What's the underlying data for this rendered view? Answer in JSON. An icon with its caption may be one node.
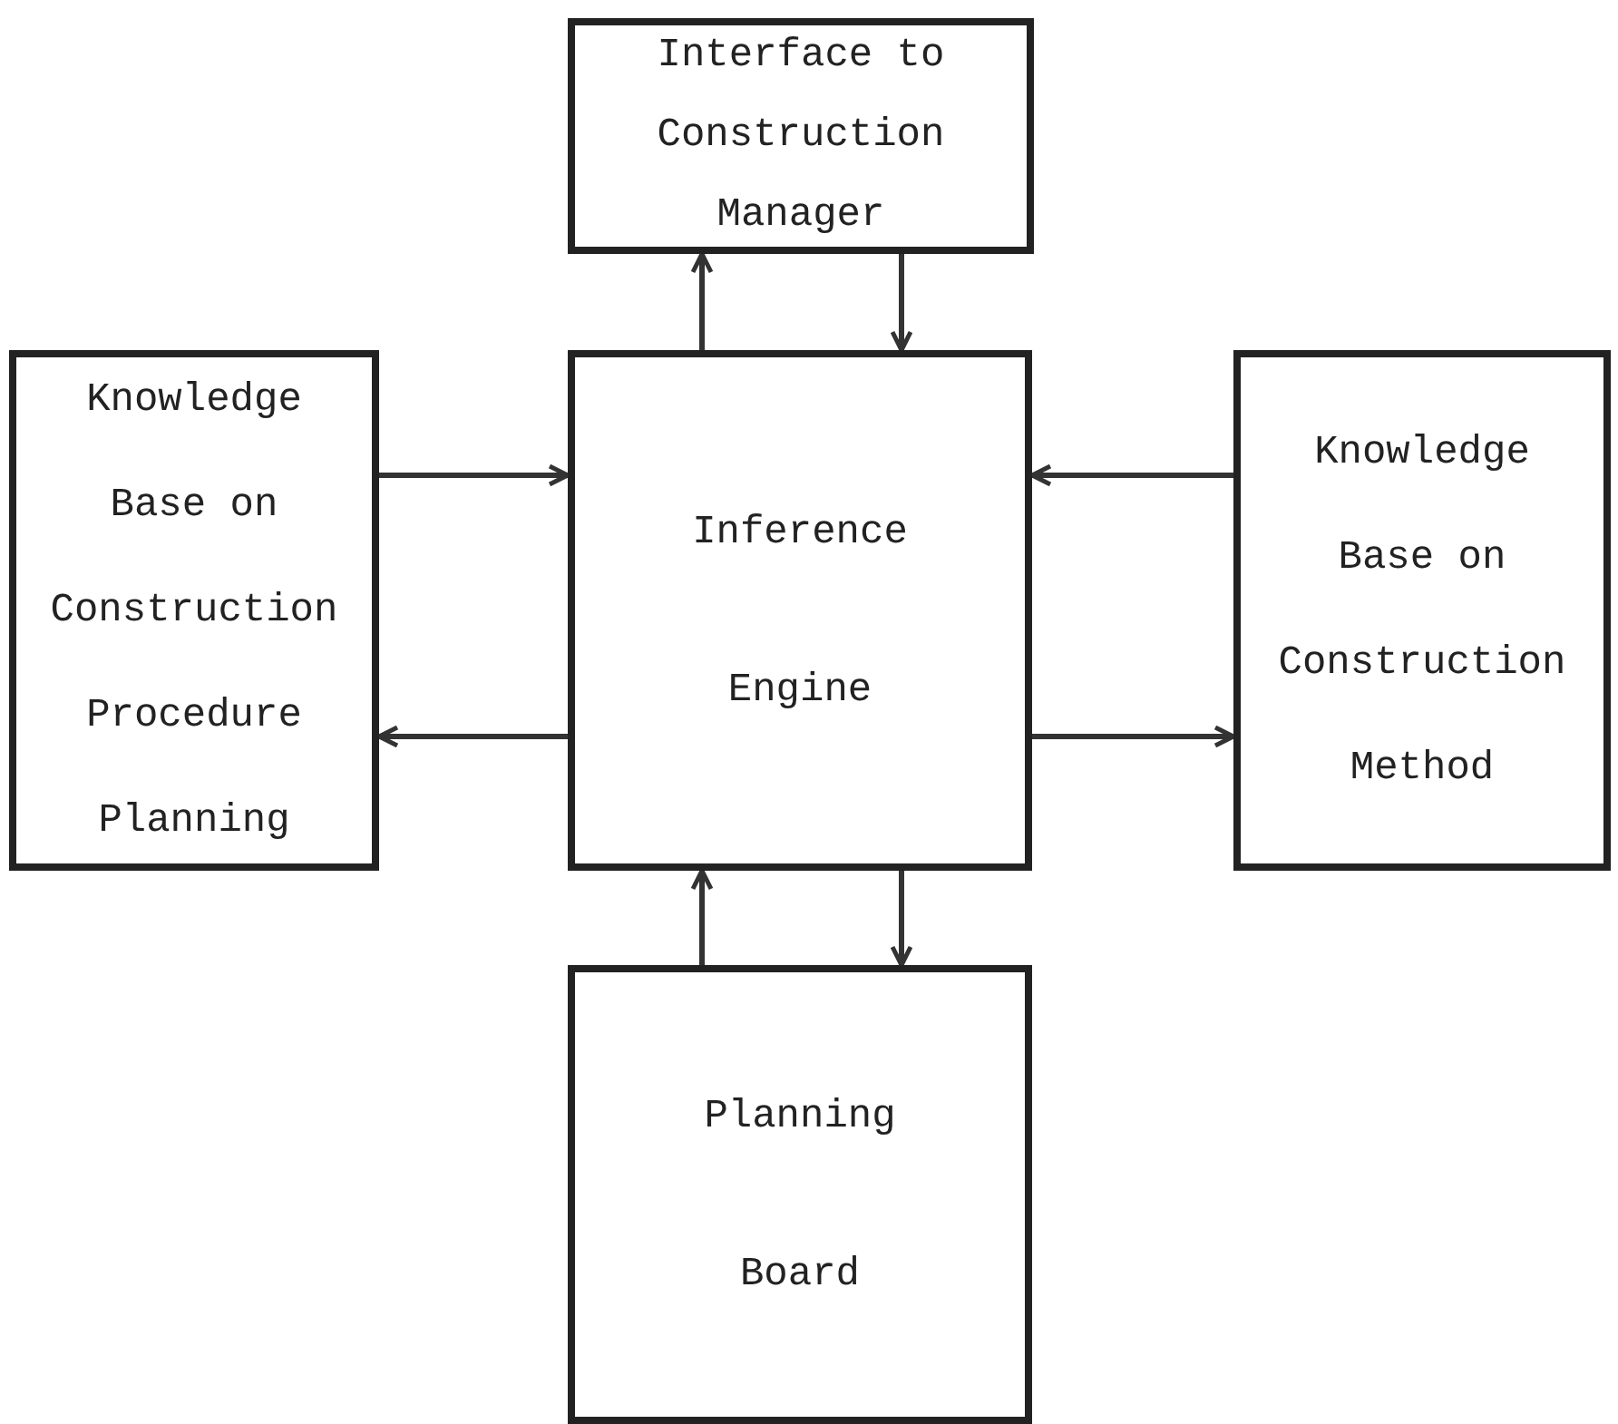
{
  "diagram": {
    "nodes": [
      {
        "text": [
          "Interface to Construction Manager"
        ]
      },
      {
        "text": [
          "Knowledge Base on Construction Procedure Planning"
        ]
      },
      {
        "text": [
          "Inference Engine"
        ]
      },
      {
        "text": [
          "Knowledge Base on Construction Method"
        ]
      },
      {
        "text": [
          "Planning Board"
        ]
      }
    ],
    "edges": [
      {
        "from": 2,
        "to": 0,
        "arrow": "to"
      },
      {
        "from": 0,
        "to": 2,
        "arrow": "to"
      },
      {
        "from": 1,
        "to": 2,
        "arrow": "to"
      },
      {
        "from": 2,
        "to": 1,
        "arrow": "to"
      },
      {
        "from": 3,
        "to": 2,
        "arrow": "to"
      },
      {
        "from": 2,
        "to": 3,
        "arrow": "to"
      },
      {
        "from": 4,
        "to": 2,
        "arrow": "to"
      },
      {
        "from": 2,
        "to": 4,
        "arrow": "to"
      }
    ]
  }
}
